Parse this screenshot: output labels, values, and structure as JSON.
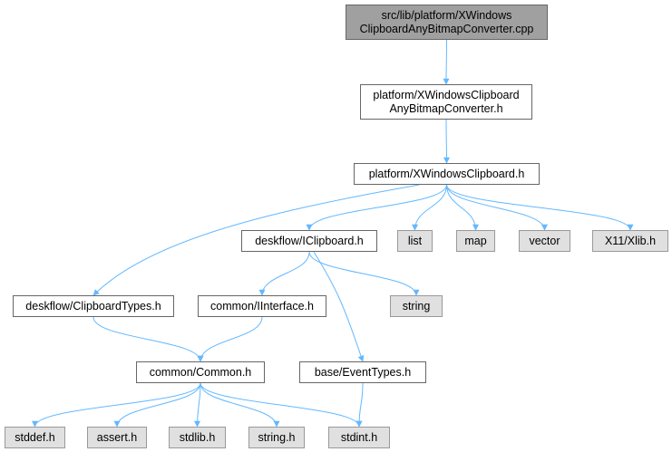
{
  "diagram": {
    "nodes": [
      {
        "id": "root",
        "kind": "root",
        "lines": [
          "src/lib/platform/XWindows",
          "ClipboardAnyBitmapConverter.cpp"
        ]
      },
      {
        "id": "xwcabc_h",
        "kind": "local",
        "lines": [
          "platform/XWindowsClipboard",
          "AnyBitmapConverter.h"
        ]
      },
      {
        "id": "xwc_h",
        "kind": "local",
        "lines": [
          "platform/XWindowsClipboard.h"
        ]
      },
      {
        "id": "iclipboard_h",
        "kind": "local",
        "lines": [
          "deskflow/IClipboard.h"
        ]
      },
      {
        "id": "list",
        "kind": "external",
        "lines": [
          "list"
        ]
      },
      {
        "id": "map",
        "kind": "external",
        "lines": [
          "map"
        ]
      },
      {
        "id": "vector",
        "kind": "external",
        "lines": [
          "vector"
        ]
      },
      {
        "id": "xlib_h",
        "kind": "external",
        "lines": [
          "X11/Xlib.h"
        ]
      },
      {
        "id": "cliptypes_h",
        "kind": "local",
        "lines": [
          "deskflow/ClipboardTypes.h"
        ]
      },
      {
        "id": "iinterface_h",
        "kind": "local",
        "lines": [
          "common/IInterface.h"
        ]
      },
      {
        "id": "string",
        "kind": "external",
        "lines": [
          "string"
        ]
      },
      {
        "id": "common_h",
        "kind": "local",
        "lines": [
          "common/Common.h"
        ]
      },
      {
        "id": "eventtypes_h",
        "kind": "local",
        "lines": [
          "base/EventTypes.h"
        ]
      },
      {
        "id": "stddef_h",
        "kind": "external",
        "lines": [
          "stddef.h"
        ]
      },
      {
        "id": "assert_h",
        "kind": "external",
        "lines": [
          "assert.h"
        ]
      },
      {
        "id": "stdlib_h",
        "kind": "external",
        "lines": [
          "stdlib.h"
        ]
      },
      {
        "id": "string_h",
        "kind": "external",
        "lines": [
          "string.h"
        ]
      },
      {
        "id": "stdint_h",
        "kind": "external",
        "lines": [
          "stdint.h"
        ]
      }
    ],
    "edges": [
      [
        "root",
        "xwcabc_h"
      ],
      [
        "xwcabc_h",
        "xwc_h"
      ],
      [
        "xwc_h",
        "cliptypes_h"
      ],
      [
        "xwc_h",
        "iclipboard_h"
      ],
      [
        "xwc_h",
        "list"
      ],
      [
        "xwc_h",
        "map"
      ],
      [
        "xwc_h",
        "vector"
      ],
      [
        "xwc_h",
        "xlib_h"
      ],
      [
        "iclipboard_h",
        "iinterface_h"
      ],
      [
        "iclipboard_h",
        "string"
      ],
      [
        "iclipboard_h",
        "eventtypes_h"
      ],
      [
        "cliptypes_h",
        "common_h"
      ],
      [
        "iinterface_h",
        "common_h"
      ],
      [
        "common_h",
        "stddef_h"
      ],
      [
        "common_h",
        "assert_h"
      ],
      [
        "common_h",
        "stdlib_h"
      ],
      [
        "common_h",
        "string_h"
      ],
      [
        "common_h",
        "stdint_h"
      ],
      [
        "eventtypes_h",
        "stdint_h"
      ]
    ],
    "colors": {
      "root_fill": "#a0a0a0",
      "local_fill": "#ffffff",
      "external_fill": "#e0e0e0",
      "edge": "#63b8ff"
    }
  }
}
